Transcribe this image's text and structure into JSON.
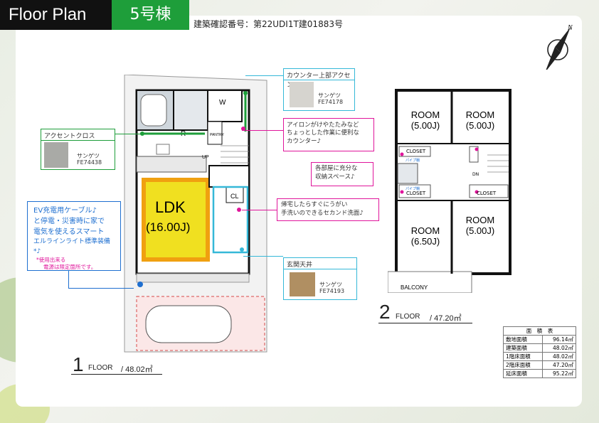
{
  "header": {
    "title": "Floor Plan",
    "building": "5号棟",
    "permit": "建築確認番号：第22UDI1T建01883号"
  },
  "floor1": {
    "rooms": {
      "ldk": "LDK",
      "ldk_size": "(16.00J)",
      "w": "W",
      "r": "R",
      "pantry": "PANTRY",
      "cl": "CL",
      "up": "UP"
    },
    "label_num": "1",
    "label_text": "FLOOR",
    "label_area": "/ 48.02㎡"
  },
  "floor2": {
    "rooms": [
      {
        "name": "ROOM",
        "size": "(5.00J)"
      },
      {
        "name": "ROOM",
        "size": "(5.00J)"
      },
      {
        "name": "ROOM",
        "size": "(6.50J)"
      },
      {
        "name": "ROOM",
        "size": "(5.00J)"
      }
    ],
    "closet": "CLOSET",
    "pipe": "パイプ棚",
    "dn": "DN",
    "balcony": "BALCONY",
    "label_num": "2",
    "label_text": "FLOOR",
    "label_area": "/ 47.20㎡"
  },
  "callouts": {
    "counter_accent": {
      "title": "カウンター上部アクセント",
      "maker": "サンゲツ",
      "code": "FE74178"
    },
    "accent_cloth": {
      "title": "アクセントクロス",
      "maker": "サンゲツ",
      "code": "FE74438"
    },
    "entrance_ceiling": {
      "title": "玄関天井",
      "maker": "サンゲツ",
      "code": "FE74193"
    },
    "iron_counter": "アイロンがけやたたみなど\nちょっとした作業に便利な\nカウンター♪",
    "storage": "各部屋に充分な\n収納スペース♪",
    "sink": "帰宅したらすぐにうがい\n手洗いのできるセカンド洗面♪",
    "ev": {
      "line1": "EV充電用ケーブル♪",
      "line2": "と停電・災害時に家で",
      "line3": "電気を使えるスマート",
      "line4": "エルラインライト標準装備*♪",
      "note1": "*使用出来る",
      "note2": "電源は限定箇所です。"
    }
  },
  "area_table": {
    "title": "面　積　表",
    "rows": [
      {
        "label": "敷地面積",
        "value": "96.14㎡"
      },
      {
        "label": "建築面積",
        "value": "48.02㎡"
      },
      {
        "label": "1階床面積",
        "value": "48.02㎡"
      },
      {
        "label": "2階床面積",
        "value": "47.20㎡"
      },
      {
        "label": "延床面積",
        "value": "95.22㎡"
      }
    ]
  },
  "compass": {
    "label": "N"
  },
  "colors": {
    "green": "#1e9e3a",
    "magenta": "#e0159b",
    "blue": "#1e6fd0",
    "ldk": "#f0e020",
    "ldk_border": "#f0a010",
    "cyan": "#35b8d8"
  }
}
